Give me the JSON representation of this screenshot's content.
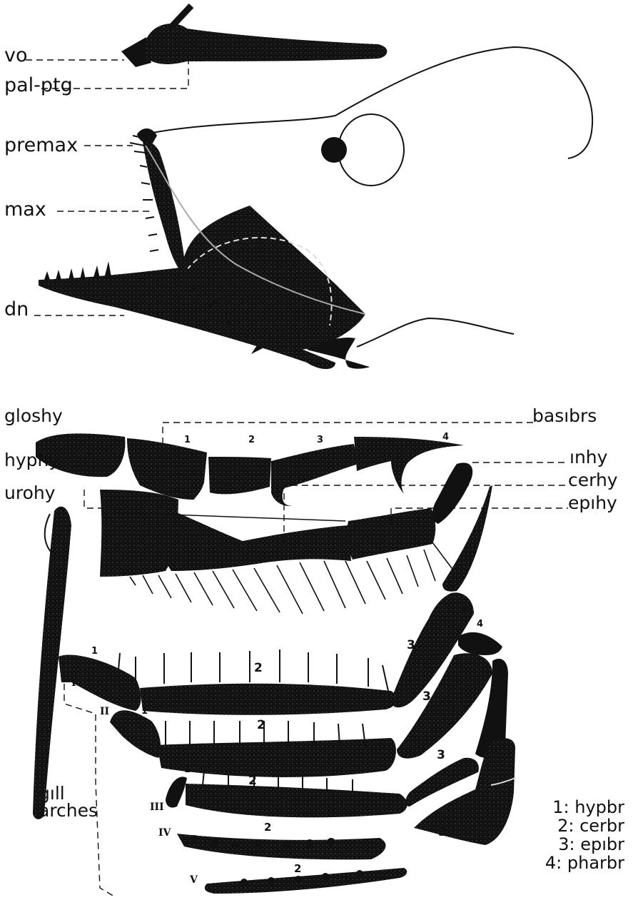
{
  "labels": {
    "vo": "vo",
    "pal_ptg": "pal-ptg",
    "premax": "premax",
    "max": "max",
    "dn": "dn",
    "gloshy": "gloshy",
    "hyphy": "hyphy",
    "urohy": "urohy",
    "basibrs": "basıbrs",
    "inhy": "ınhy",
    "cerhy": "cerhy",
    "epihy": "epıhy",
    "gill_arches": "gıll\narches"
  },
  "basibranchial_numbers": [
    "1",
    "2",
    "3",
    "4"
  ],
  "arch_numerals": [
    "I",
    "II",
    "III",
    "IV",
    "V"
  ],
  "arch_element_numbers": {
    "hypobranchial": "1",
    "ceratobranchial": "2",
    "epibranchial": "3",
    "pharyngobranchial": "4"
  },
  "legend": [
    "1: hypbr",
    "2: cerbr",
    "3: epıbr",
    "4: pharbr"
  ],
  "colors": {
    "ink": "#111111",
    "paper": "#ffffff",
    "stipple": "#3a3a3a"
  }
}
